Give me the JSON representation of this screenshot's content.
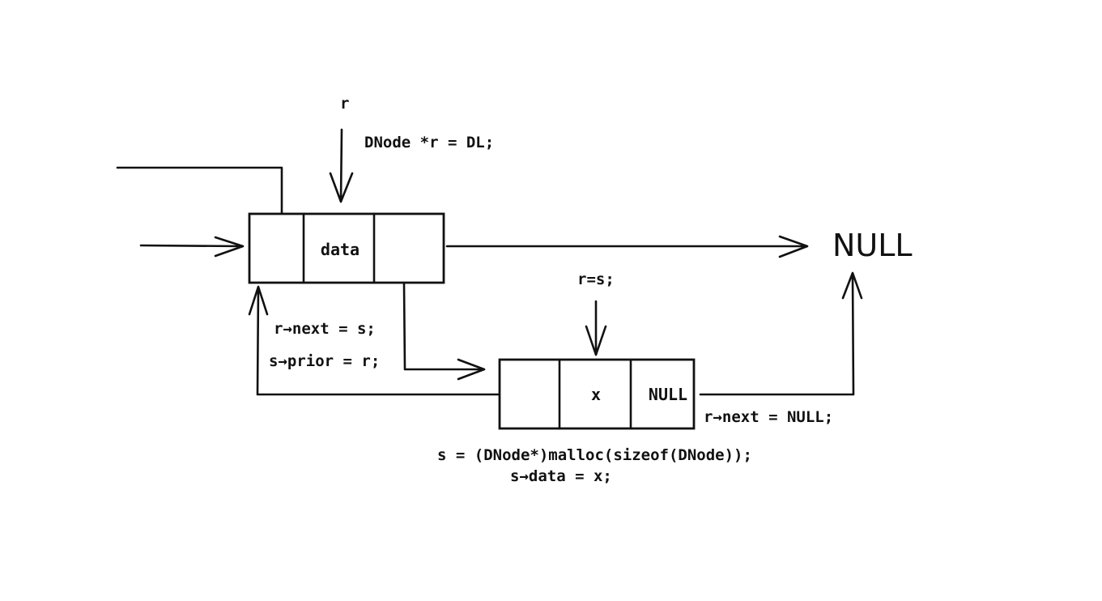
{
  "diagram": {
    "pointer_label_r": "r",
    "stmt_init": "DNode *r = DL;",
    "stmt_r_eq_s": "r=s;",
    "stmt_r_next_s": "r→next = s;",
    "stmt_s_prior_r": "s→prior = r;",
    "stmt_r_next_null": "r→next = NULL;",
    "stmt_malloc": "s = (DNode*)malloc(sizeof(DNode));",
    "stmt_s_data": "s→data = x;",
    "node_r": {
      "prior": "",
      "data": "data",
      "next": ""
    },
    "node_s": {
      "prior": "",
      "data": "x",
      "next": "NULL"
    },
    "null_target": "NULL"
  }
}
